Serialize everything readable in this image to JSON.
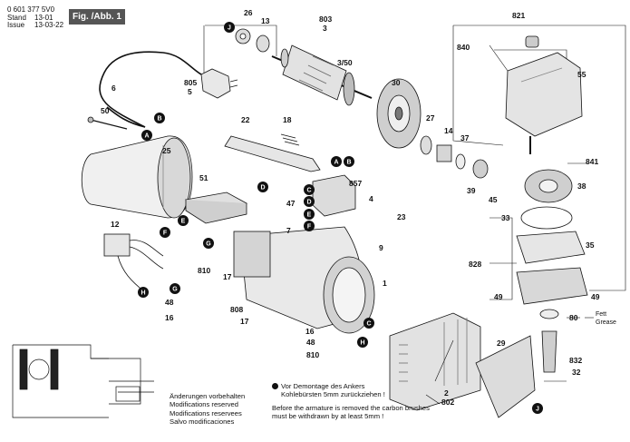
{
  "header": {
    "doc_number": "0 601 377 5V0",
    "stand_label": "Stand",
    "stand_value": "13-01",
    "issue_label": "Issue",
    "issue_value": "13-03-22",
    "figure_label": "Fig. /Abb. 1"
  },
  "notes": {
    "change_lines": [
      "Änderungen vorbehalten",
      "Modifications reserved",
      "Modifications reservees",
      "Salvo modificaciones"
    ],
    "de_line1": "Vor Demontage des Ankers",
    "de_line2": "Kohlebürsten 5mm zurückziehen !",
    "en_line1": "Before the armature is removed the carbon brushes",
    "en_line2": "must be withdrawn by at least 5mm !",
    "grease_de": "Fett",
    "grease_en": "Grease"
  },
  "callouts": [
    "26",
    "13",
    "803",
    "3",
    "3/50",
    "805",
    "5",
    "6",
    "50",
    "30",
    "27",
    "14",
    "37",
    "39",
    "45",
    "22",
    "18",
    "25",
    "51",
    "857",
    "4",
    "47",
    "7",
    "12",
    "23",
    "9",
    "810",
    "17",
    "48",
    "16",
    "1",
    "808",
    "17",
    "16",
    "48",
    "810",
    "2",
    "802",
    "29",
    "821",
    "840",
    "55",
    "841",
    "38",
    "33",
    "35",
    "828",
    "49",
    "49",
    "80",
    "832",
    "32"
  ],
  "markers": [
    "J",
    "B",
    "A",
    "E",
    "D",
    "F",
    "G",
    "H",
    "C",
    "B",
    "A",
    "D",
    "E",
    "F",
    "G",
    "C",
    "H",
    "J"
  ],
  "colors": {
    "ink": "#111111",
    "gray": "#555555",
    "paper": "#ffffff"
  }
}
